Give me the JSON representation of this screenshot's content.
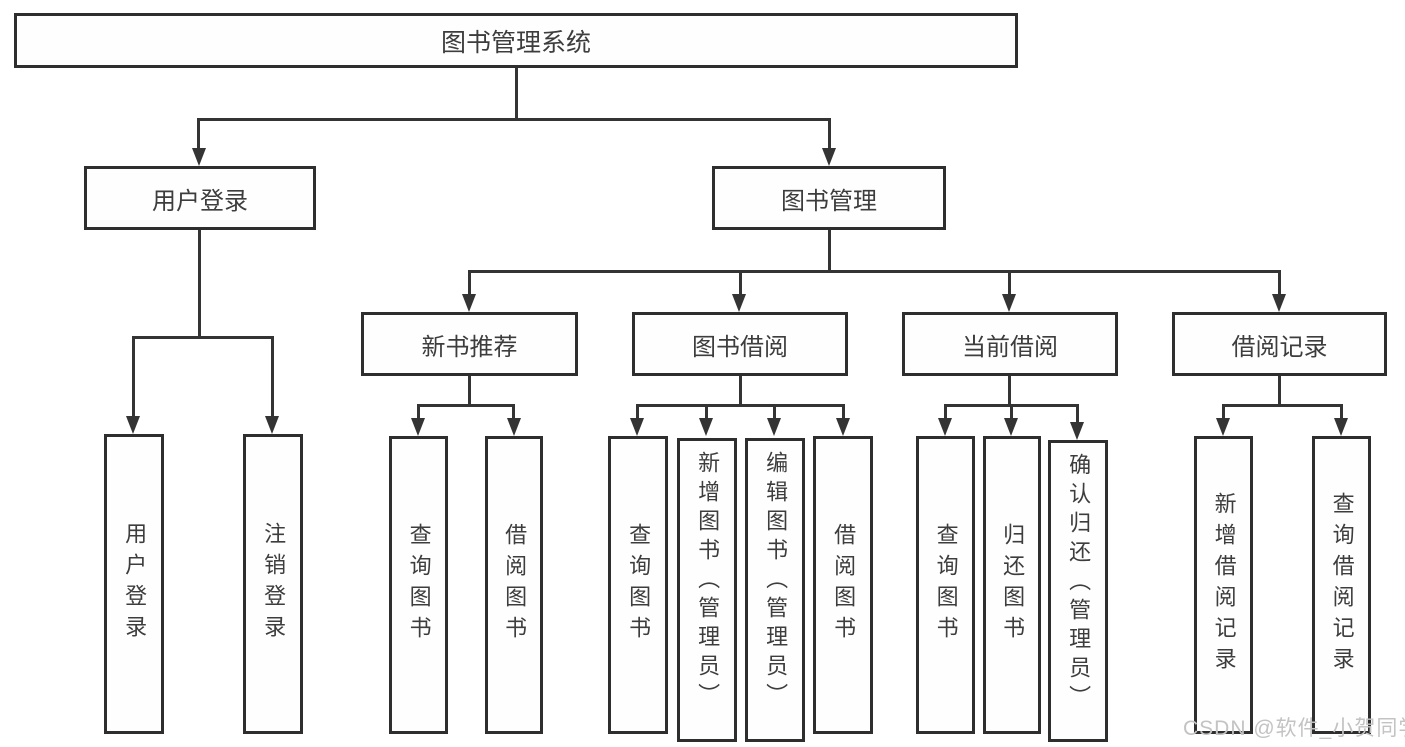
{
  "tree": {
    "label": "图书管理系统",
    "children": [
      {
        "label": "用户登录",
        "children": [
          {
            "label": "用户登录"
          },
          {
            "label": "注销登录"
          }
        ]
      },
      {
        "label": "图书管理",
        "children": [
          {
            "label": "新书推荐",
            "children": [
              {
                "label": "查询图书"
              },
              {
                "label": "借阅图书"
              }
            ]
          },
          {
            "label": "图书借阅",
            "children": [
              {
                "label": "查询图书"
              },
              {
                "label": "新增图书（管理员）"
              },
              {
                "label": "编辑图书（管理员）"
              },
              {
                "label": "借阅图书"
              }
            ]
          },
          {
            "label": "当前借阅",
            "children": [
              {
                "label": "查询图书"
              },
              {
                "label": "归还图书"
              },
              {
                "label": "确认归还（管理员）"
              }
            ]
          },
          {
            "label": "借阅记录",
            "children": [
              {
                "label": "新增借阅记录"
              },
              {
                "label": "查询借阅记录"
              }
            ]
          }
        ]
      }
    ]
  },
  "watermark": {
    "text": "CSDN @软件_小贺同学"
  },
  "colors": {
    "line": "#343434",
    "box_border": "#2e2e2e",
    "box_background": "#fefefe",
    "text": "#3d3d3d",
    "watermark": "#c3c3c3",
    "page_background": "#ffffff"
  }
}
